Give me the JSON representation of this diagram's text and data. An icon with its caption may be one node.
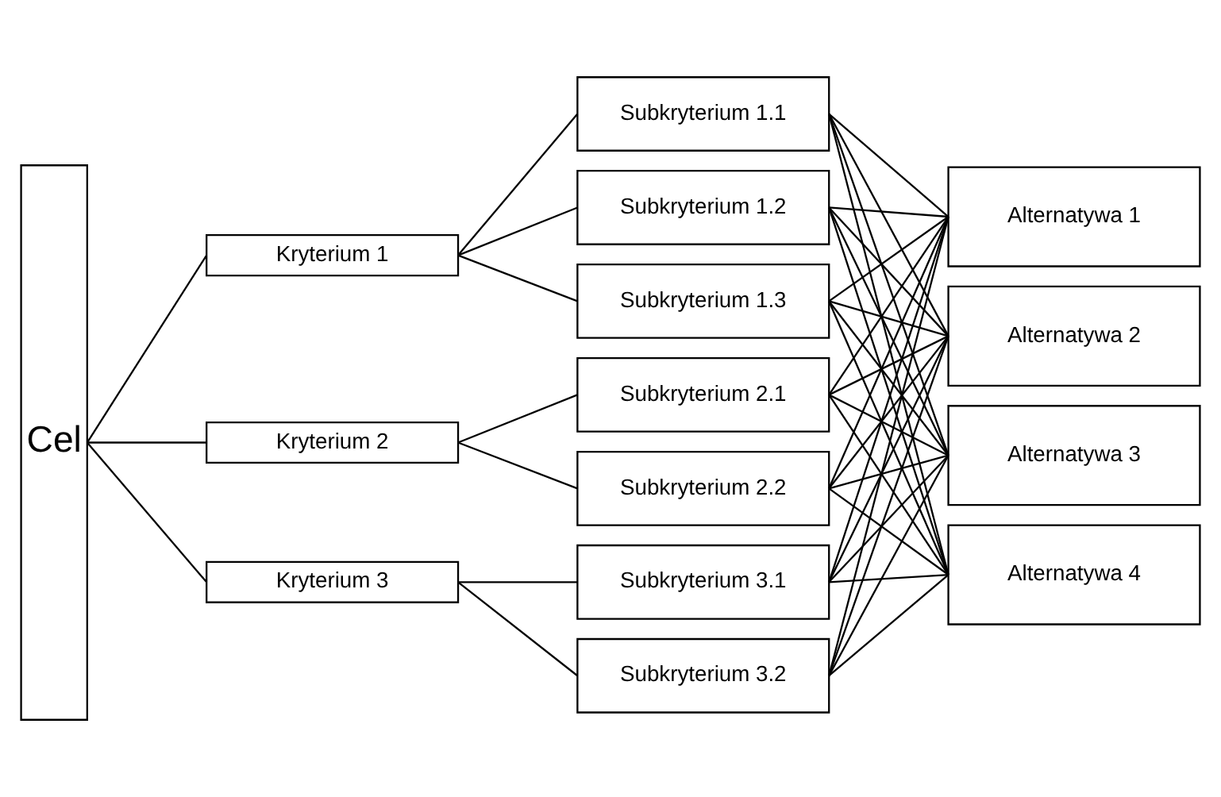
{
  "diagram": {
    "nodes": [
      {
        "text": [
          "Cel"
        ]
      },
      {
        "text": [
          "Kryterium 1"
        ]
      },
      {
        "text": [
          "Kryterium 2"
        ]
      },
      {
        "text": [
          "Kryterium 3"
        ]
      },
      {
        "text": [
          "Subkryterium 1.1"
        ]
      },
      {
        "text": [
          "Subkryterium 1.2"
        ]
      },
      {
        "text": [
          "Subkryterium 1.3"
        ]
      },
      {
        "text": [
          "Subkryterium 2.1"
        ]
      },
      {
        "text": [
          "Subkryterium 2.2"
        ]
      },
      {
        "text": [
          "Subkryterium 3.1"
        ]
      },
      {
        "text": [
          "Subkryterium 3.2"
        ]
      },
      {
        "text": [
          "Alternatywa 1"
        ]
      },
      {
        "text": [
          "Alternatywa 2"
        ]
      },
      {
        "text": [
          "Alternatywa 3"
        ]
      },
      {
        "text": [
          "Alternatywa 4"
        ]
      }
    ],
    "edges": [
      {
        "from": 0,
        "to": 1,
        "arrow": "none"
      },
      {
        "from": 0,
        "to": 2,
        "arrow": "none"
      },
      {
        "from": 0,
        "to": 3,
        "arrow": "none"
      },
      {
        "from": 1,
        "to": 4,
        "arrow": "none"
      },
      {
        "from": 1,
        "to": 5,
        "arrow": "none"
      },
      {
        "from": 1,
        "to": 6,
        "arrow": "none"
      },
      {
        "from": 2,
        "to": 7,
        "arrow": "none"
      },
      {
        "from": 2,
        "to": 8,
        "arrow": "none"
      },
      {
        "from": 3,
        "to": 9,
        "arrow": "none"
      },
      {
        "from": 3,
        "to": 10,
        "arrow": "none"
      },
      {
        "from": 4,
        "to": 11,
        "arrow": "none"
      },
      {
        "from": 4,
        "to": 12,
        "arrow": "none"
      },
      {
        "from": 4,
        "to": 13,
        "arrow": "none"
      },
      {
        "from": 4,
        "to": 14,
        "arrow": "none"
      },
      {
        "from": 5,
        "to": 11,
        "arrow": "none"
      },
      {
        "from": 5,
        "to": 12,
        "arrow": "none"
      },
      {
        "from": 5,
        "to": 13,
        "arrow": "none"
      },
      {
        "from": 5,
        "to": 14,
        "arrow": "none"
      },
      {
        "from": 6,
        "to": 11,
        "arrow": "none"
      },
      {
        "from": 6,
        "to": 12,
        "arrow": "none"
      },
      {
        "from": 6,
        "to": 13,
        "arrow": "none"
      },
      {
        "from": 6,
        "to": 14,
        "arrow": "none"
      },
      {
        "from": 7,
        "to": 11,
        "arrow": "none"
      },
      {
        "from": 7,
        "to": 12,
        "arrow": "none"
      },
      {
        "from": 7,
        "to": 13,
        "arrow": "none"
      },
      {
        "from": 7,
        "to": 14,
        "arrow": "none"
      },
      {
        "from": 8,
        "to": 11,
        "arrow": "none"
      },
      {
        "from": 8,
        "to": 12,
        "arrow": "none"
      },
      {
        "from": 8,
        "to": 13,
        "arrow": "none"
      },
      {
        "from": 8,
        "to": 14,
        "arrow": "none"
      },
      {
        "from": 9,
        "to": 11,
        "arrow": "none"
      },
      {
        "from": 9,
        "to": 12,
        "arrow": "none"
      },
      {
        "from": 9,
        "to": 13,
        "arrow": "none"
      },
      {
        "from": 9,
        "to": 14,
        "arrow": "none"
      },
      {
        "from": 10,
        "to": 11,
        "arrow": "none"
      },
      {
        "from": 10,
        "to": 12,
        "arrow": "none"
      },
      {
        "from": 10,
        "to": 13,
        "arrow": "none"
      },
      {
        "from": 10,
        "to": 14,
        "arrow": "none"
      }
    ]
  }
}
